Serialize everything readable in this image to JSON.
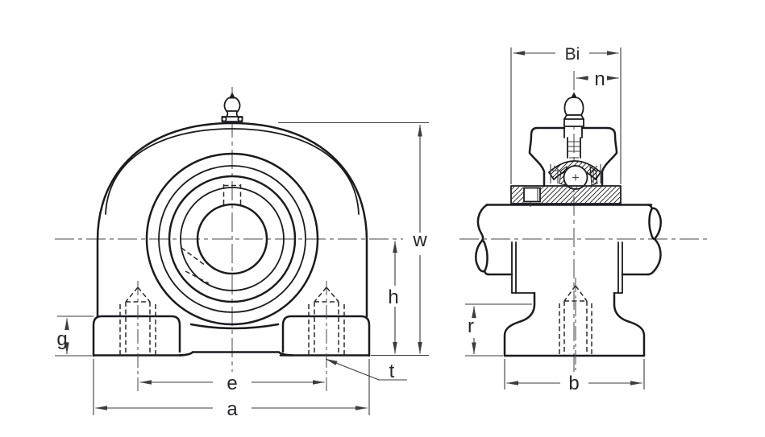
{
  "drawing": {
    "dimension_labels": {
      "bi": "Bi",
      "n": "n",
      "w": "w",
      "h": "h",
      "g": "g",
      "e": "e",
      "a": "a",
      "t": "t",
      "r": "r",
      "b": "b"
    },
    "colors": {
      "background": "#ffffff",
      "outline": "#1b1b1f",
      "dimension_line": "#3b3b40",
      "label_text": "#26262c"
    }
  }
}
